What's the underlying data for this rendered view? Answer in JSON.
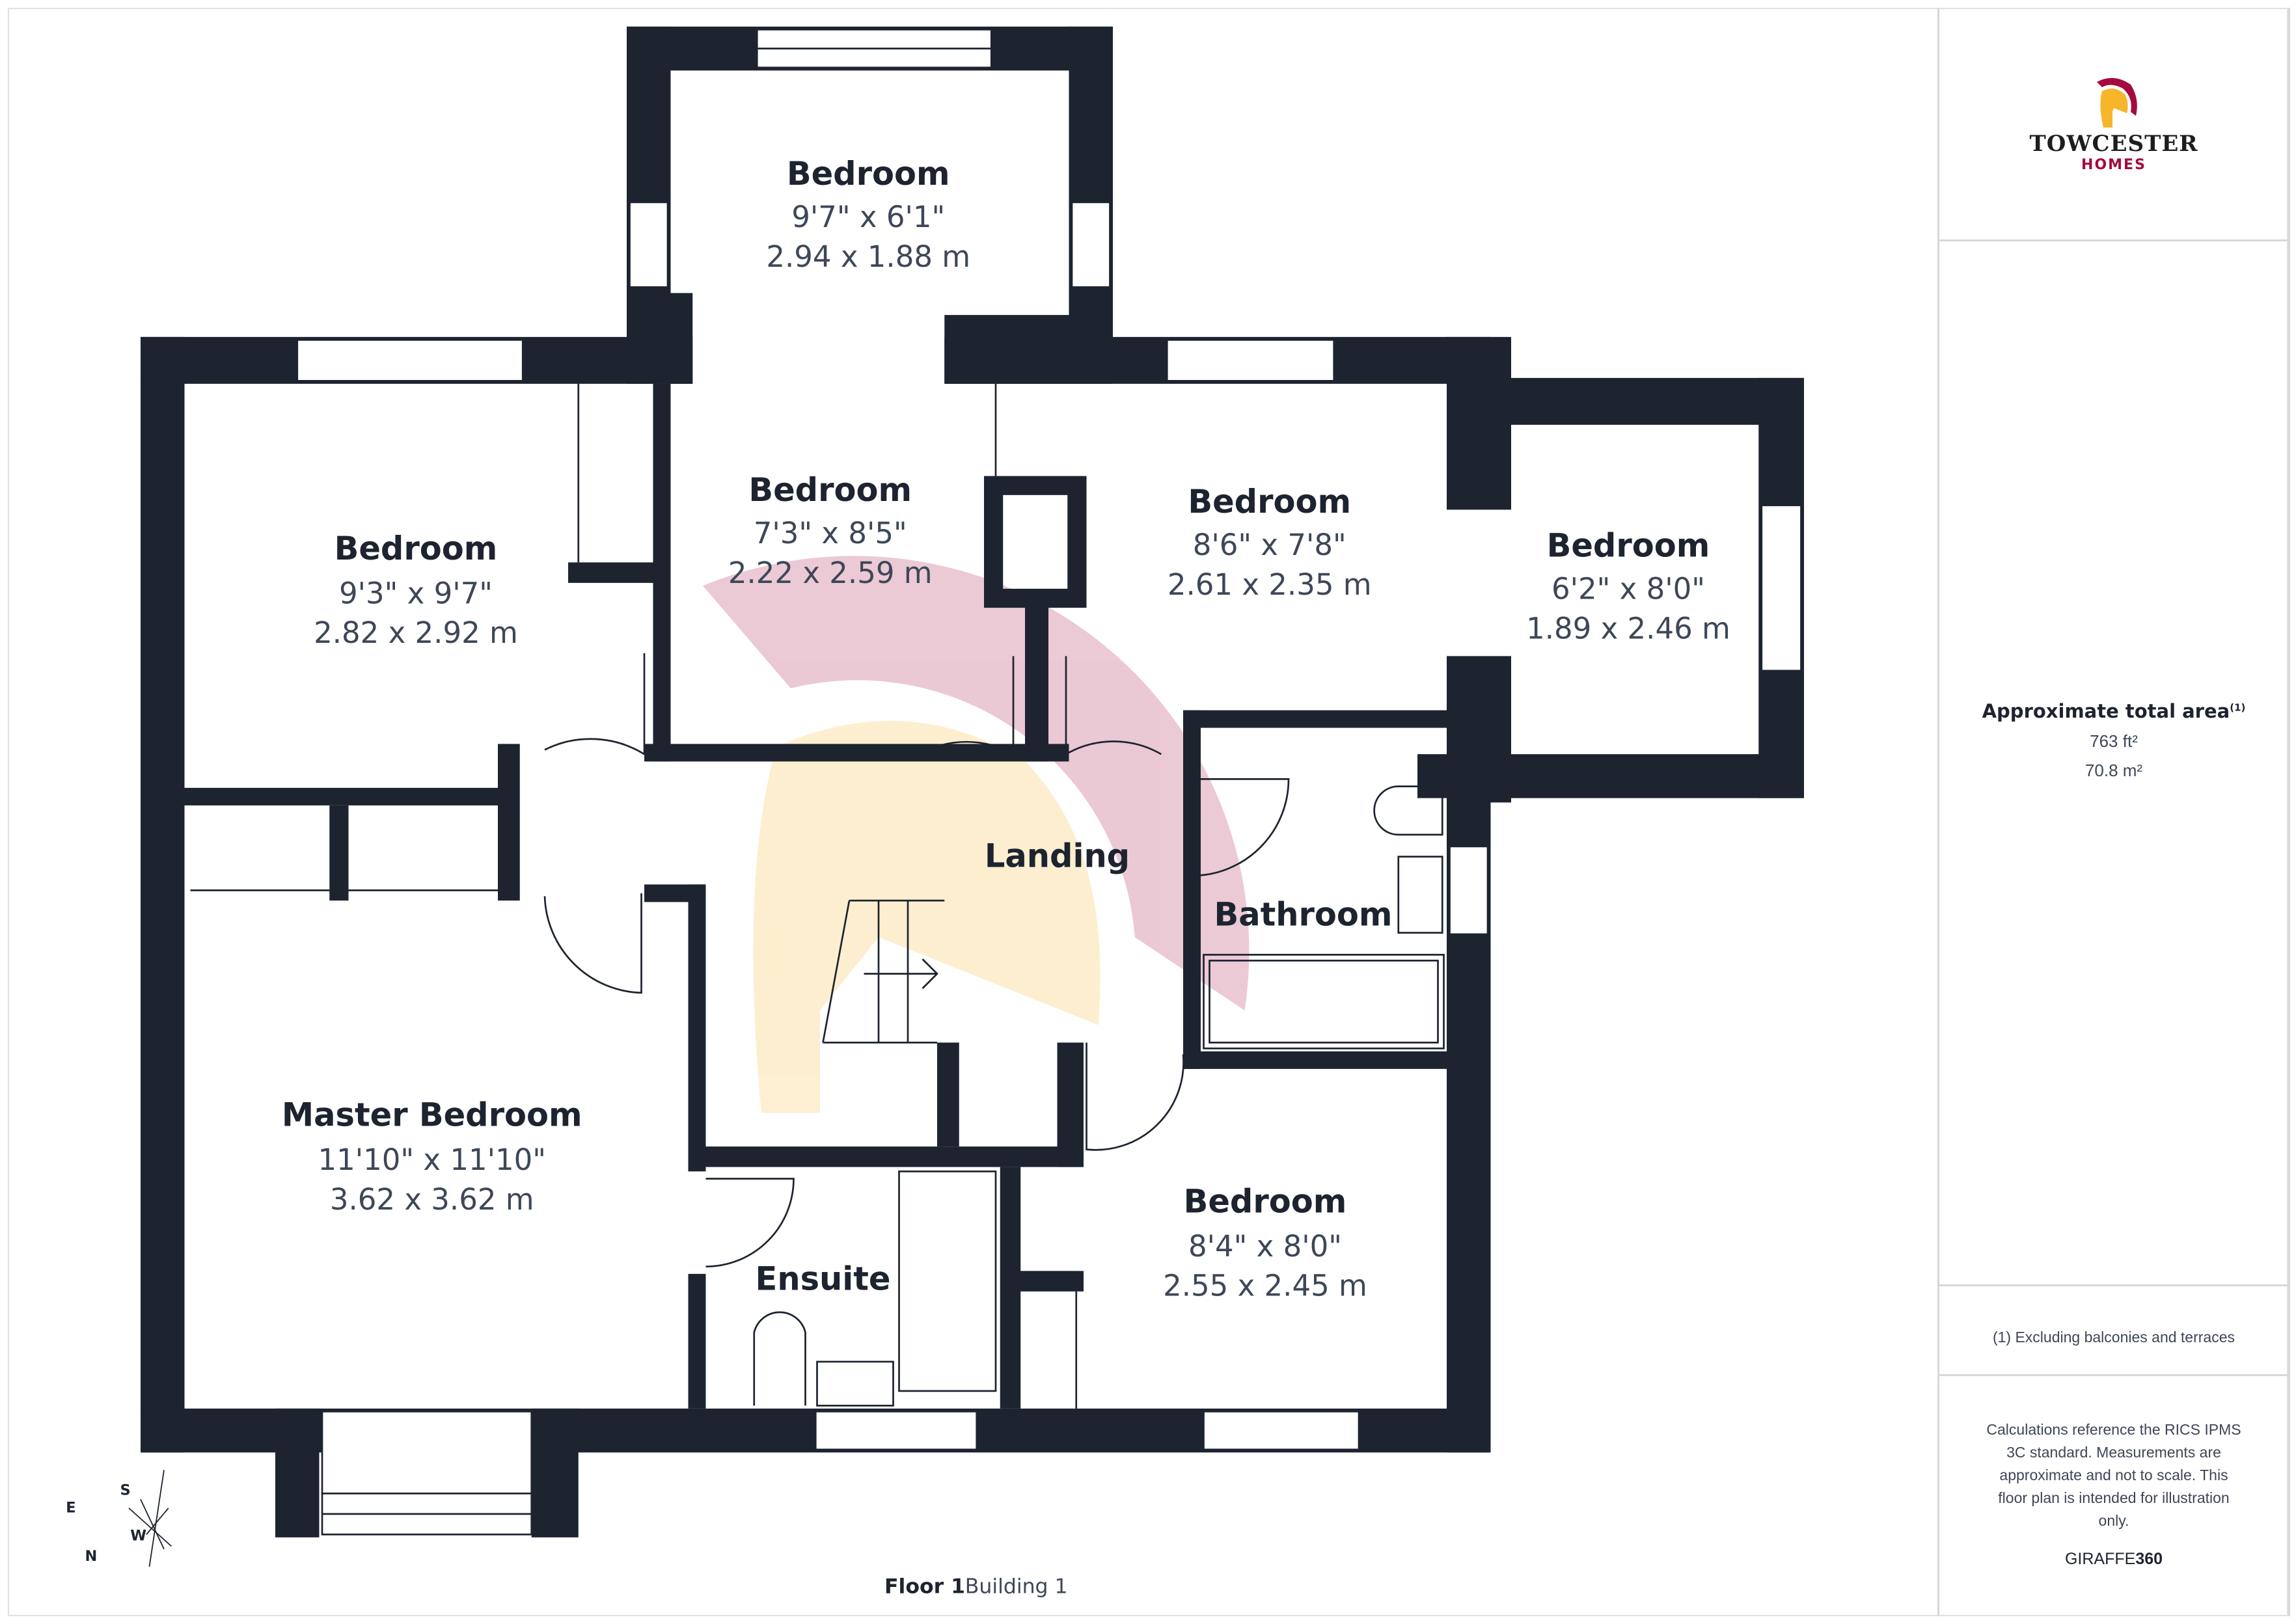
{
  "brand": {
    "name": "TOWCESTER",
    "sub": "HOMES",
    "colors": {
      "crest": "#a50a3e",
      "helmet": "#f7b52c"
    }
  },
  "area": {
    "title": "Approximate total area",
    "footnote_mark": "(1)",
    "imperial": "763 ft²",
    "metric": "70.8 m²"
  },
  "footnote": "(1) Excluding balconies and terraces",
  "disclaimer": "Calculations reference the RICS IPMS 3C standard. Measurements are approximate and not to scale. This floor plan is intended for illustration only.",
  "provider": {
    "name": "GIRAFFE",
    "suffix": "360"
  },
  "floor": {
    "label": "Floor 1",
    "building": "Building 1"
  },
  "compass": {
    "s": "S",
    "e": "E",
    "w": "W",
    "n": "N"
  },
  "rooms": [
    {
      "name": "Bedroom",
      "imperial": "9'7\" x 6'1\"",
      "metric": "2.94 x 1.88 m"
    },
    {
      "name": "Bedroom",
      "imperial": "9'3\" x 9'7\"",
      "metric": "2.82 x 2.92 m"
    },
    {
      "name": "Bedroom",
      "imperial": "7'3\" x 8'5\"",
      "metric": "2.22 x 2.59 m"
    },
    {
      "name": "Bedroom",
      "imperial": "8'6\" x 7'8\"",
      "metric": "2.61 x 2.35 m"
    },
    {
      "name": "Bedroom",
      "imperial": "6'2\" x 8'0\"",
      "metric": "1.89 x 2.46 m"
    },
    {
      "name": "Landing"
    },
    {
      "name": "Bathroom"
    },
    {
      "name": "Master Bedroom",
      "imperial": "11'10\" x 11'10\"",
      "metric": "3.62 x 3.62 m"
    },
    {
      "name": "Ensuite"
    },
    {
      "name": "Bedroom",
      "imperial": "8'4\" x 8'0\"",
      "metric": "2.55 x 2.45 m"
    }
  ],
  "colors": {
    "wall": "#1d2430",
    "text": "#3d4757"
  }
}
